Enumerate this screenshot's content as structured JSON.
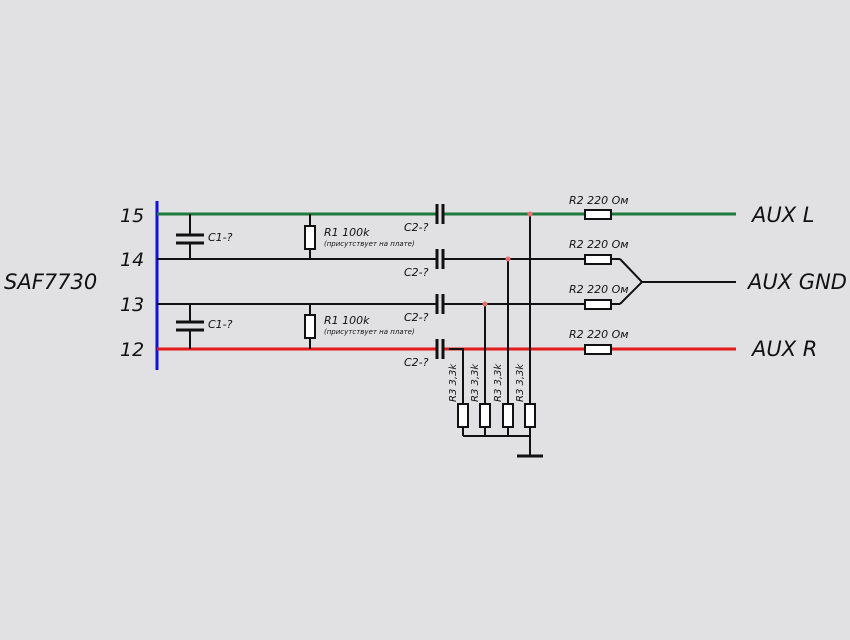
{
  "chip_label": "SAF7730",
  "pins": [
    "15",
    "14",
    "13",
    "12"
  ],
  "outputs": {
    "left": "AUX L",
    "ground": "AUX GND",
    "right": "AUX R"
  },
  "components": {
    "c1": "C1-?",
    "r1": "R1 100k",
    "r1_note": "(присутствует на плате)",
    "c2": "C2-?",
    "r2": "R2 220 Ом",
    "r3": "R3 3,3k"
  },
  "colors": {
    "pin15_wire": "#1e7a3c",
    "pin12_wire": "#e31a1a",
    "chip_bus": "#1010d8",
    "junction": "#e87070"
  }
}
